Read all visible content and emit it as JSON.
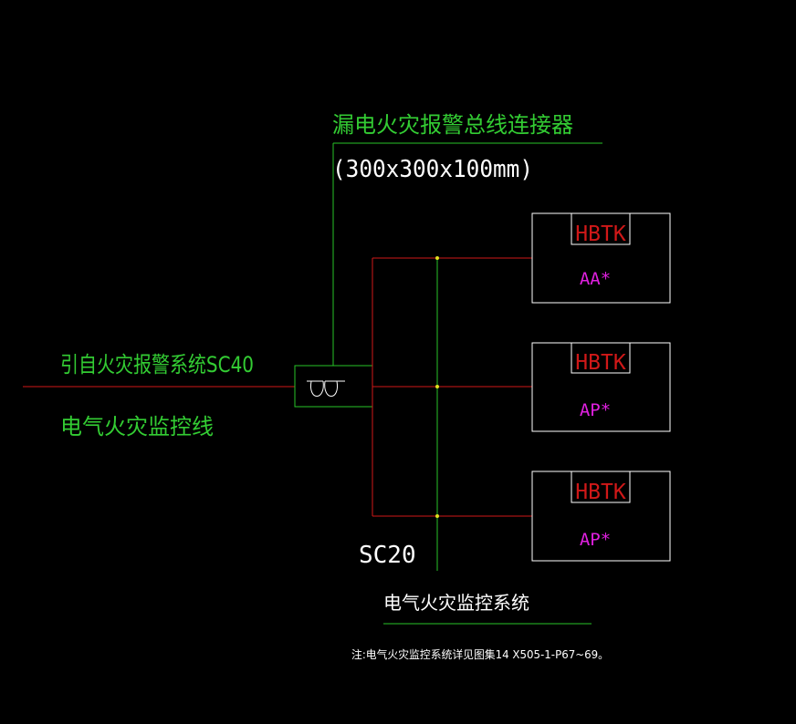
{
  "colors": {
    "background": "#000000",
    "green": "#27c427",
    "red": "#d01818",
    "white": "#ffffff",
    "magenta": "#e020e0",
    "text_green": "#33cc33"
  },
  "labels": {
    "connector_title": "漏电火灾报警总线连接器",
    "connector_size": "(300x300x100mm)",
    "source": "引自火灾报警系统SC40",
    "monitor_line": "电气火灾监控线",
    "conduit": "SC20",
    "system": "电气火灾监控系统",
    "note": "注:电气火灾监控系统详见图集14 X505-1-P67~69。"
  },
  "boxes": [
    {
      "tag": "HBTK",
      "name": "AA*"
    },
    {
      "tag": "HBTK",
      "name": "AP*"
    },
    {
      "tag": "HBTK",
      "name": "AP*"
    }
  ]
}
